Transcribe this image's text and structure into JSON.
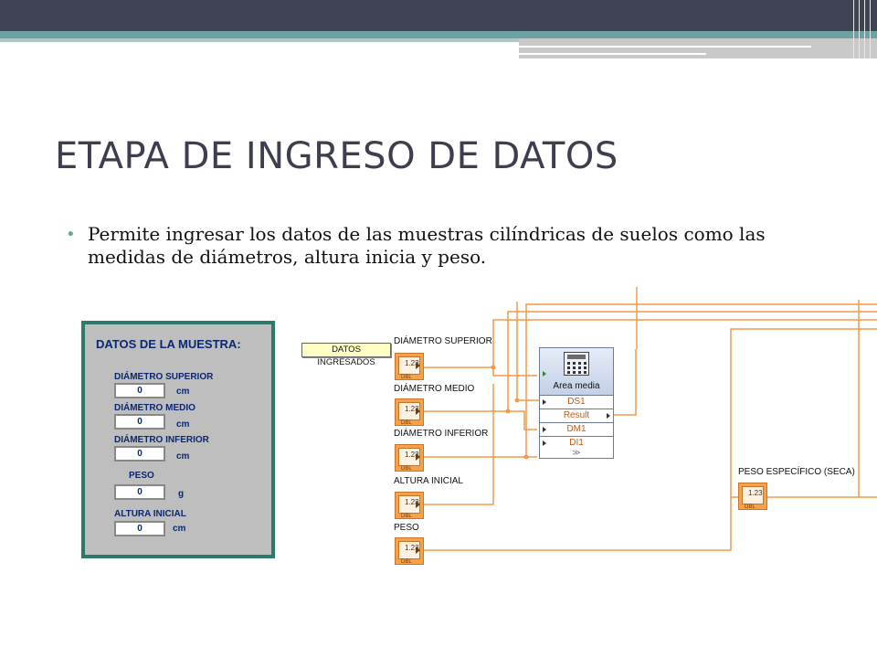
{
  "slide": {
    "title": "ETAPA DE INGRESO DE DATOS",
    "bullet": "Permite ingresar los datos de las muestras cilíndricas de suelos como las medidas de diámetros, altura inicia y peso."
  },
  "front_panel": {
    "title": "DATOS DE LA MUESTRA:",
    "fields": [
      {
        "label": "DIÁMETRO SUPERIOR",
        "value": "0",
        "unit": "cm"
      },
      {
        "label": "DIÁMETRO MEDIO",
        "value": "0",
        "unit": "cm"
      },
      {
        "label": "DIÁMETRO INFERIOR",
        "value": "0",
        "unit": "cm"
      },
      {
        "label": "PESO",
        "value": "0",
        "unit": "g"
      },
      {
        "label": "ALTURA INICIAL",
        "value": "0",
        "unit": "cm"
      }
    ]
  },
  "block_diagram": {
    "cluster_label": "DATOS INGRESADOS",
    "terminal_caption": "1.23",
    "terminal_type": "DBL",
    "terminals": [
      {
        "label": "DIÁMETRO SUPERIOR"
      },
      {
        "label": "DIÁMETRO MEDIO"
      },
      {
        "label": "DIÁMETRO INFERIOR"
      },
      {
        "label": "ALTURA INICIAL"
      },
      {
        "label": "PESO"
      }
    ],
    "subvi": {
      "title": "Area media",
      "rows": [
        "DS1",
        "Result",
        "DM1",
        "DI1"
      ],
      "expand_symbol": "≫"
    },
    "indicator": {
      "label": "PESO ESPECÍFICO (SECA)"
    },
    "colors": {
      "wire": "#f29a4a",
      "terminal": "#f6a24a",
      "label_blue": "#0a2870",
      "panel_border": "#2c7a6c"
    }
  }
}
